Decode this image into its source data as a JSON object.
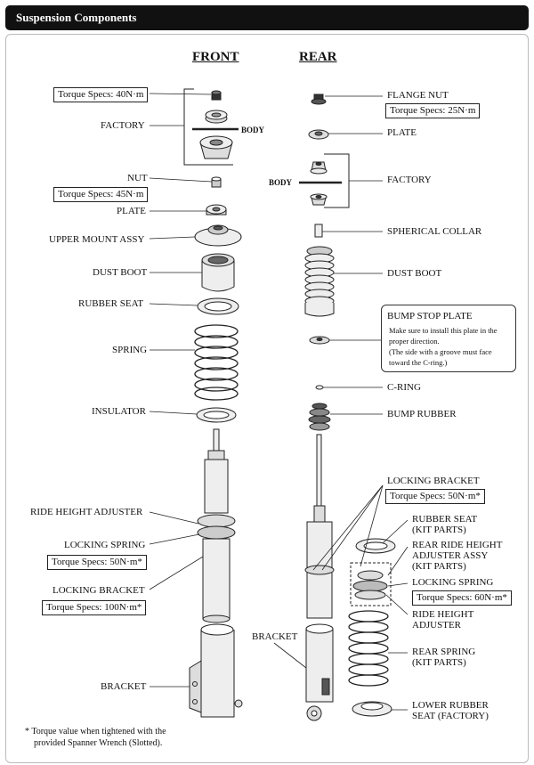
{
  "header": {
    "title": "Suspension Components"
  },
  "columns": {
    "front": "FRONT",
    "rear": "REAR"
  },
  "front": {
    "torque_40": "Torque Specs: 40N·m",
    "factory": "FACTORY",
    "body": "BODY",
    "nut": "NUT",
    "torque_45": "Torque Specs: 45N·m",
    "plate": "PLATE",
    "upper_mount": "UPPER MOUNT ASSY",
    "dust_boot": "DUST BOOT",
    "rubber_seat": "RUBBER  SEAT",
    "spring": "SPRING",
    "insulator": "INSULATOR",
    "ride_height": "RIDE HEIGHT ADJUSTER",
    "locking_spring": "LOCKING SPRING",
    "torque_50": "Torque Specs: 50N·m*",
    "locking_bracket": "LOCKING BRACKET",
    "torque_100": "Torque Specs: 100N·m*",
    "bracket": "BRACKET"
  },
  "rear": {
    "flange_nut": "FLANGE NUT",
    "torque_25": "Torque Specs: 25N·m",
    "plate": "PLATE",
    "body": "BODY",
    "factory": "FACTORY",
    "spherical_collar": "SPHERICAL COLLAR",
    "dust_boot": "DUST BOOT",
    "bump_stop_title": "BUMP STOP PLATE",
    "bump_stop_l1": "Make sure to install this plate in the",
    "bump_stop_l2": "proper direction.",
    "bump_stop_l3": "(The side with a groove must face",
    "bump_stop_l4": "toward the C-ring.)",
    "c_ring": "C-RING",
    "bump_rubber": "BUMP RUBBER",
    "locking_bracket": "LOCKING BRACKET",
    "torque_50": "Torque Specs: 50N·m*",
    "rubber_seat_1": "RUBBER  SEAT",
    "rubber_seat_2": "(KIT PARTS)",
    "rr_ride_1": "REAR RIDE HEIGHT",
    "rr_ride_2": "ADJUSTER ASSY",
    "rr_ride_3": "(KIT PARTS)",
    "locking_spring": "LOCKING SPRING",
    "torque_60": "Torque Specs: 60N·m*",
    "ride_height_1": "RIDE HEIGHT",
    "ride_height_2": "ADJUSTER",
    "bracket": "BRACKET",
    "rear_spring_1": "REAR SPRING",
    "rear_spring_2": "(KIT PARTS)",
    "lower_seat_1": "LOWER RUBBER",
    "lower_seat_2": "SEAT (FACTORY)"
  },
  "footnote": {
    "line1": "* Torque value when tightened with the",
    "line2": "provided Spanner Wrench (Slotted)."
  }
}
